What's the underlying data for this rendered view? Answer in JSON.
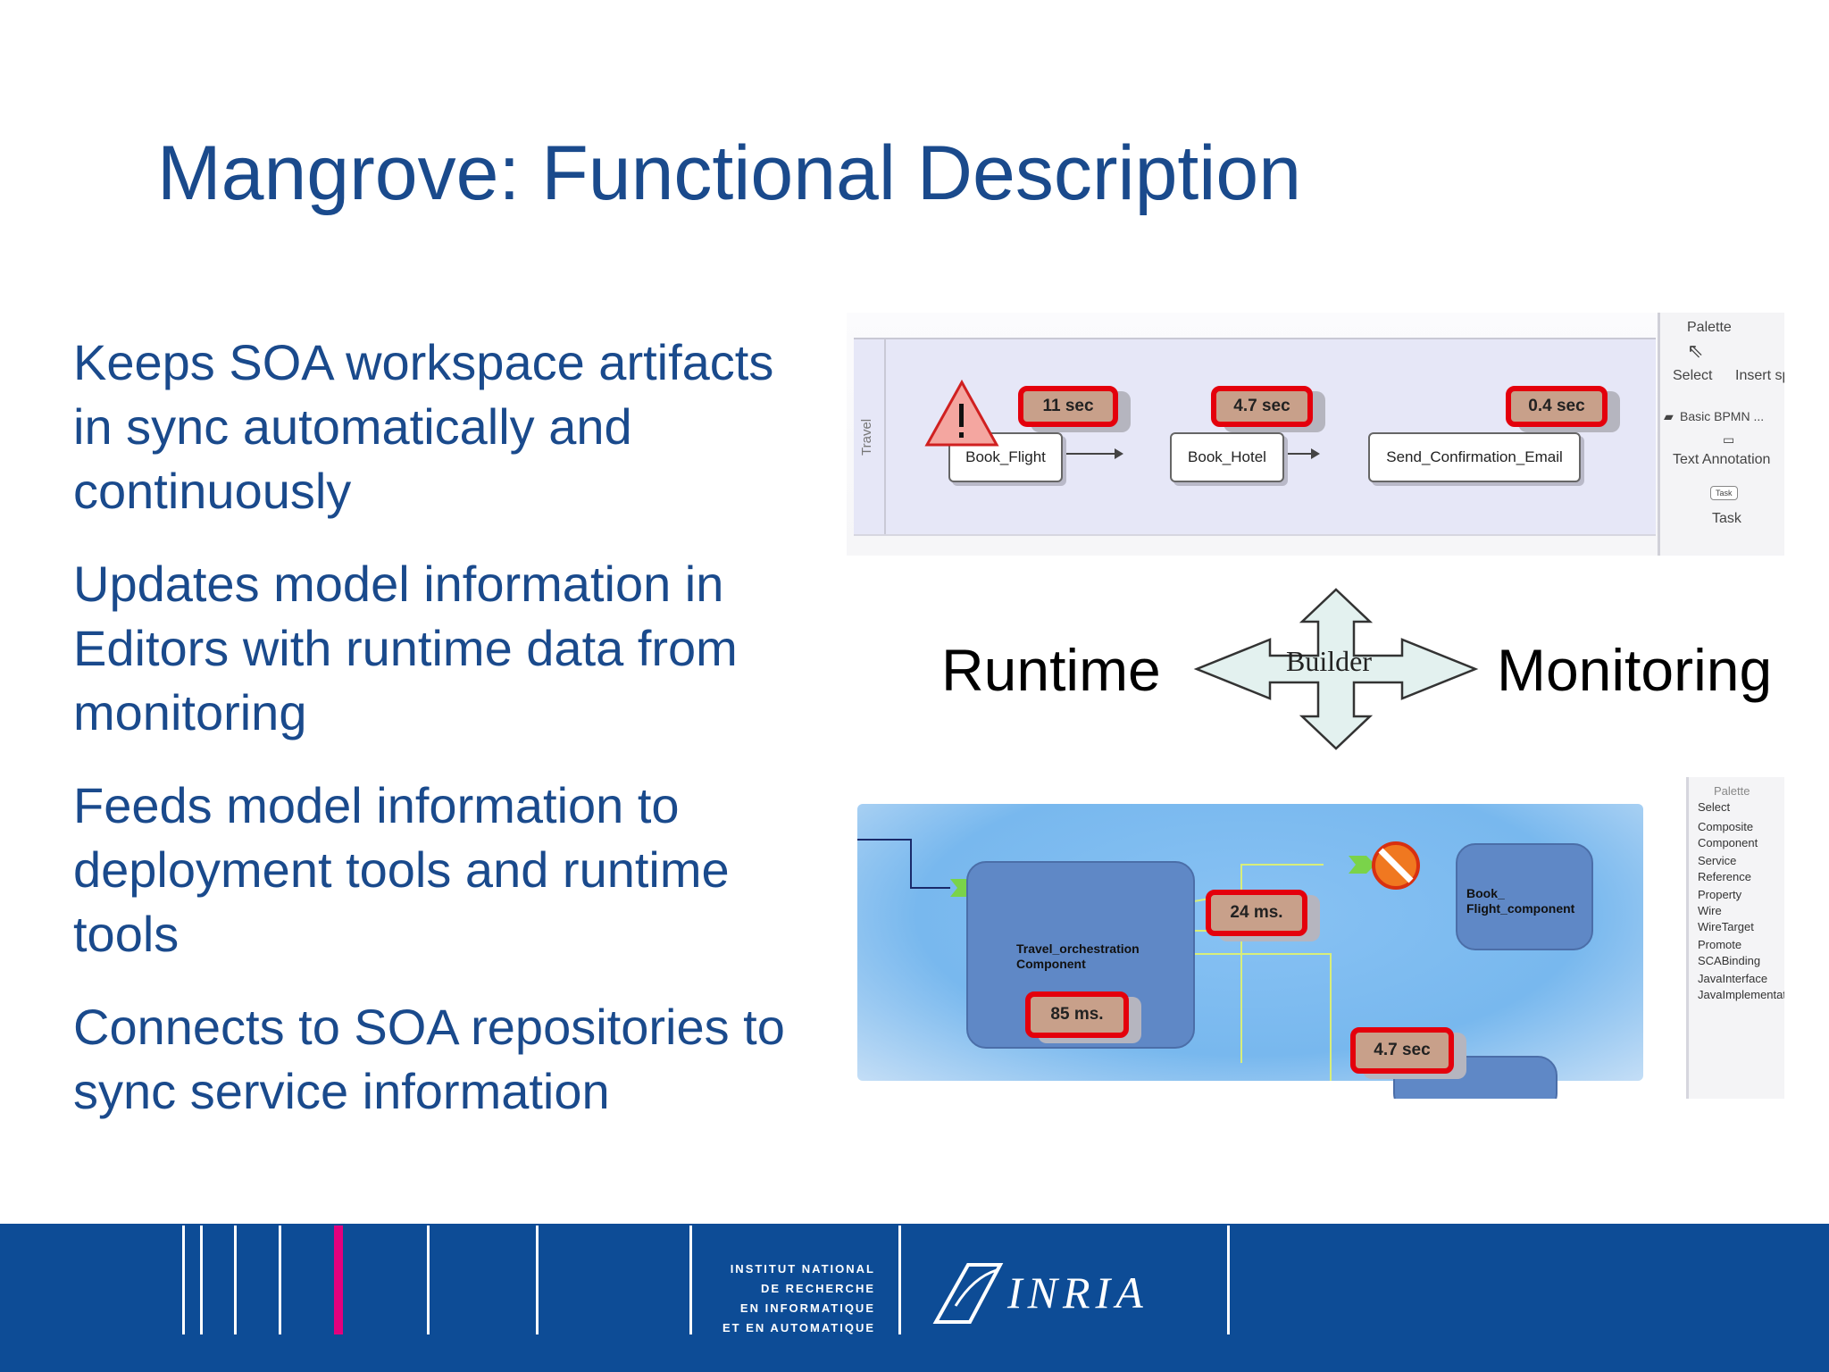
{
  "slide": {
    "title": "Mangrove: Functional Description",
    "bullets": [
      "Keeps SOA workspace artifacts in sync automatically and continuously",
      "Updates model information in Editors with runtime data from monitoring",
      "Feeds model information to deployment tools and runtime tools",
      "Connects to SOA repositories to sync service information"
    ]
  },
  "bpmn_editor": {
    "lane_label": "Travel",
    "tasks": [
      "Book_Flight",
      "Book_Hotel",
      "Send_Confirmation_Email"
    ],
    "timings": [
      "11 sec",
      "4.7 sec",
      "0.4 sec"
    ],
    "palette": {
      "title": "Palette",
      "tools": [
        "Select",
        "Insert space"
      ],
      "drawer": "Basic BPMN ...",
      "items": [
        "Text Annotation",
        "Task"
      ],
      "task_icon_label": "Task"
    }
  },
  "center": {
    "left_label": "Runtime",
    "right_label": "Monitoring",
    "arrow_label": "Builder"
  },
  "sca_editor": {
    "components": {
      "main": "Travel_orchestration Component",
      "target": "Book_ Flight_component"
    },
    "timings": [
      "24 ms.",
      "85 ms.",
      "4.7 sec"
    ],
    "palette": {
      "title": "Palette",
      "items": [
        "Select",
        "Composite",
        "Component",
        "Service",
        "Reference",
        "Property",
        "Wire",
        "WireTarget",
        "Promote",
        "SCABinding",
        "JavaInterface",
        "JavaImplementation"
      ]
    }
  },
  "footer": {
    "institute": [
      "INSTITUT NATIONAL",
      "DE RECHERCHE",
      "EN INFORMATIQUE",
      "ET EN AUTOMATIQUE"
    ],
    "brand": "INRIA",
    "colors": {
      "background": "#0d4c96",
      "accent": "#e3007d"
    }
  }
}
